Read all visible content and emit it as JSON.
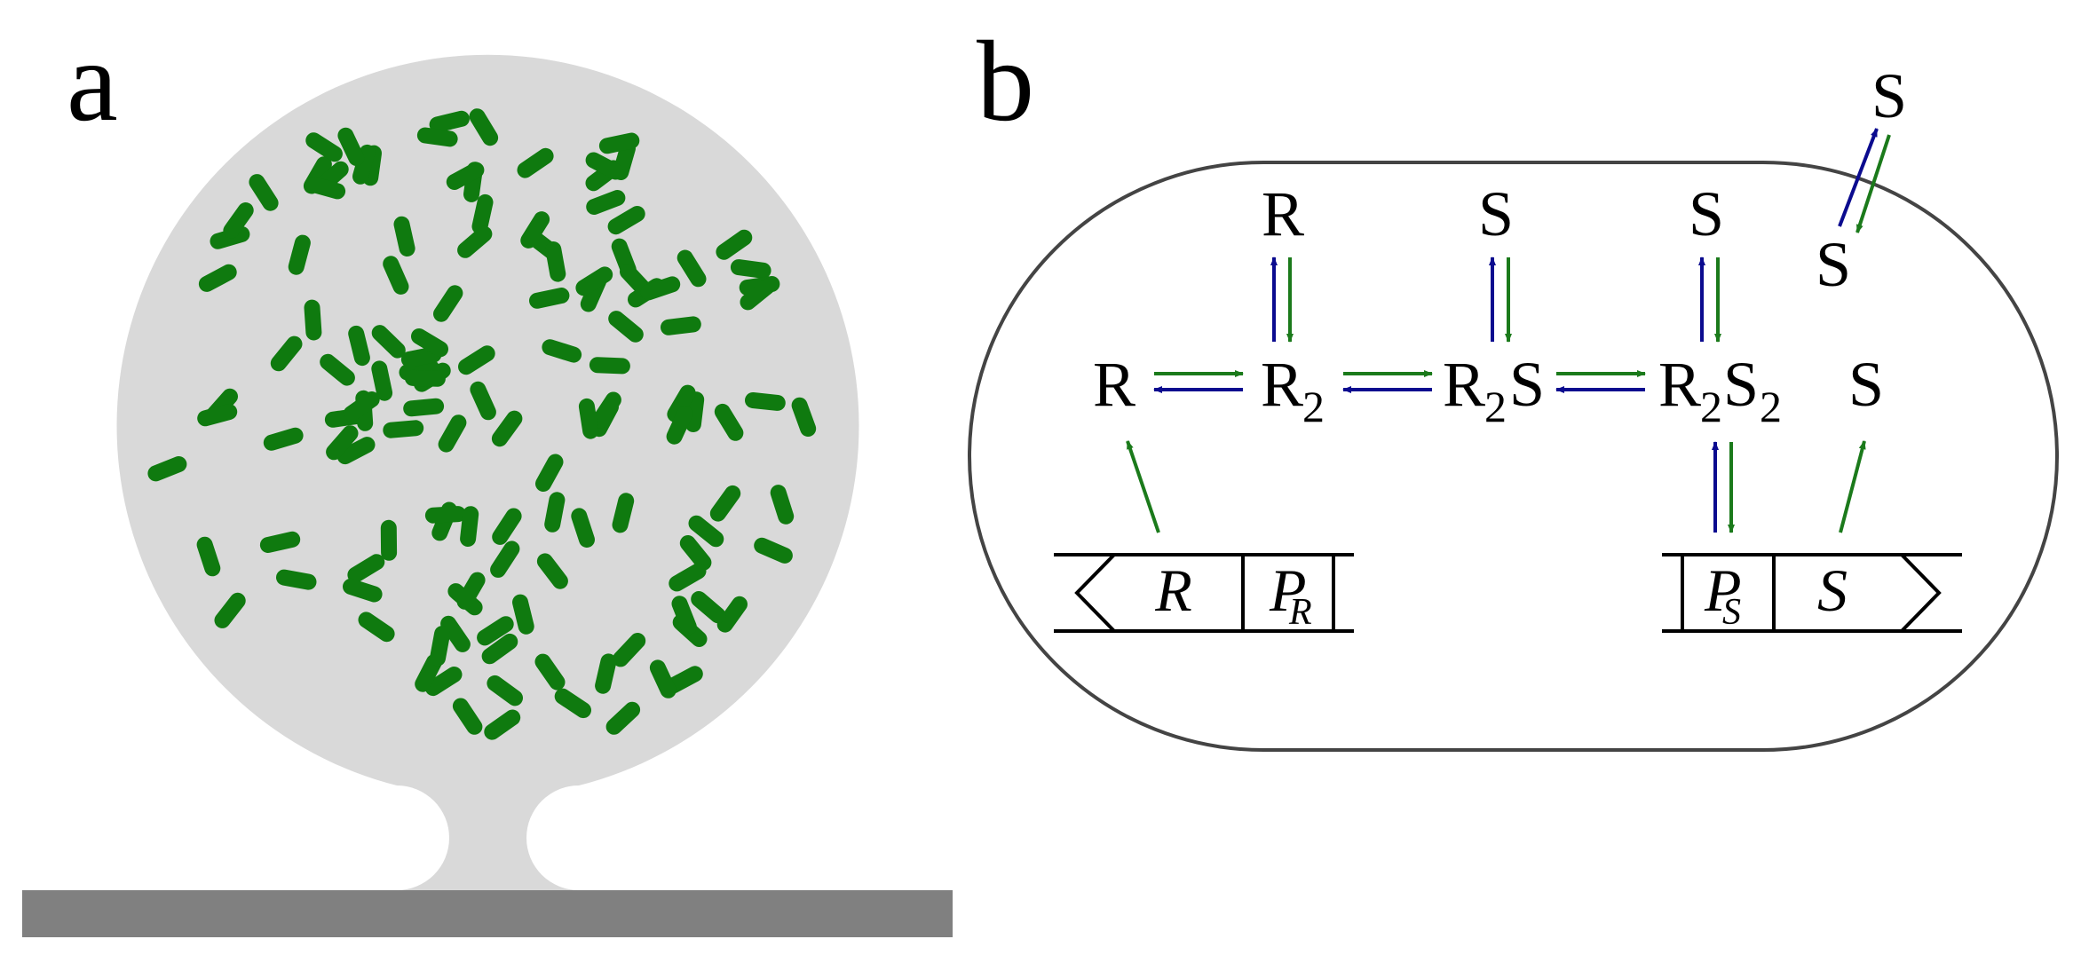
{
  "panels": {
    "a": {
      "letter": "a"
    },
    "b": {
      "letter": "b"
    }
  },
  "colors": {
    "background": "#ffffff",
    "colony_fill": "#d9d9d9",
    "substrate": "#808080",
    "cell": "#0f7a0f",
    "arrow_green": "#1b7a1b",
    "arrow_blue": "#0b0b8f",
    "cell_outline": "#444444",
    "line": "#000000"
  },
  "species": {
    "R_top": "R",
    "S_top1": "S",
    "S_top2": "S",
    "S_outside": "S",
    "S_membrane": "S",
    "R": "R",
    "R2_main": "R",
    "R2_sub": "2",
    "R2S_main": "R",
    "R2S_sub": "2",
    "R2S_tail": "S",
    "R2S2_main": "R",
    "R2S2_sub1": "2",
    "R2S2_mid": "S",
    "R2S2_sub2": "2",
    "S_free": "S"
  },
  "genes": {
    "R_gene": "R",
    "PR_main": "P",
    "PR_sub": "R",
    "PS_main": "P",
    "PS_sub": "S",
    "S_gene": "S"
  }
}
